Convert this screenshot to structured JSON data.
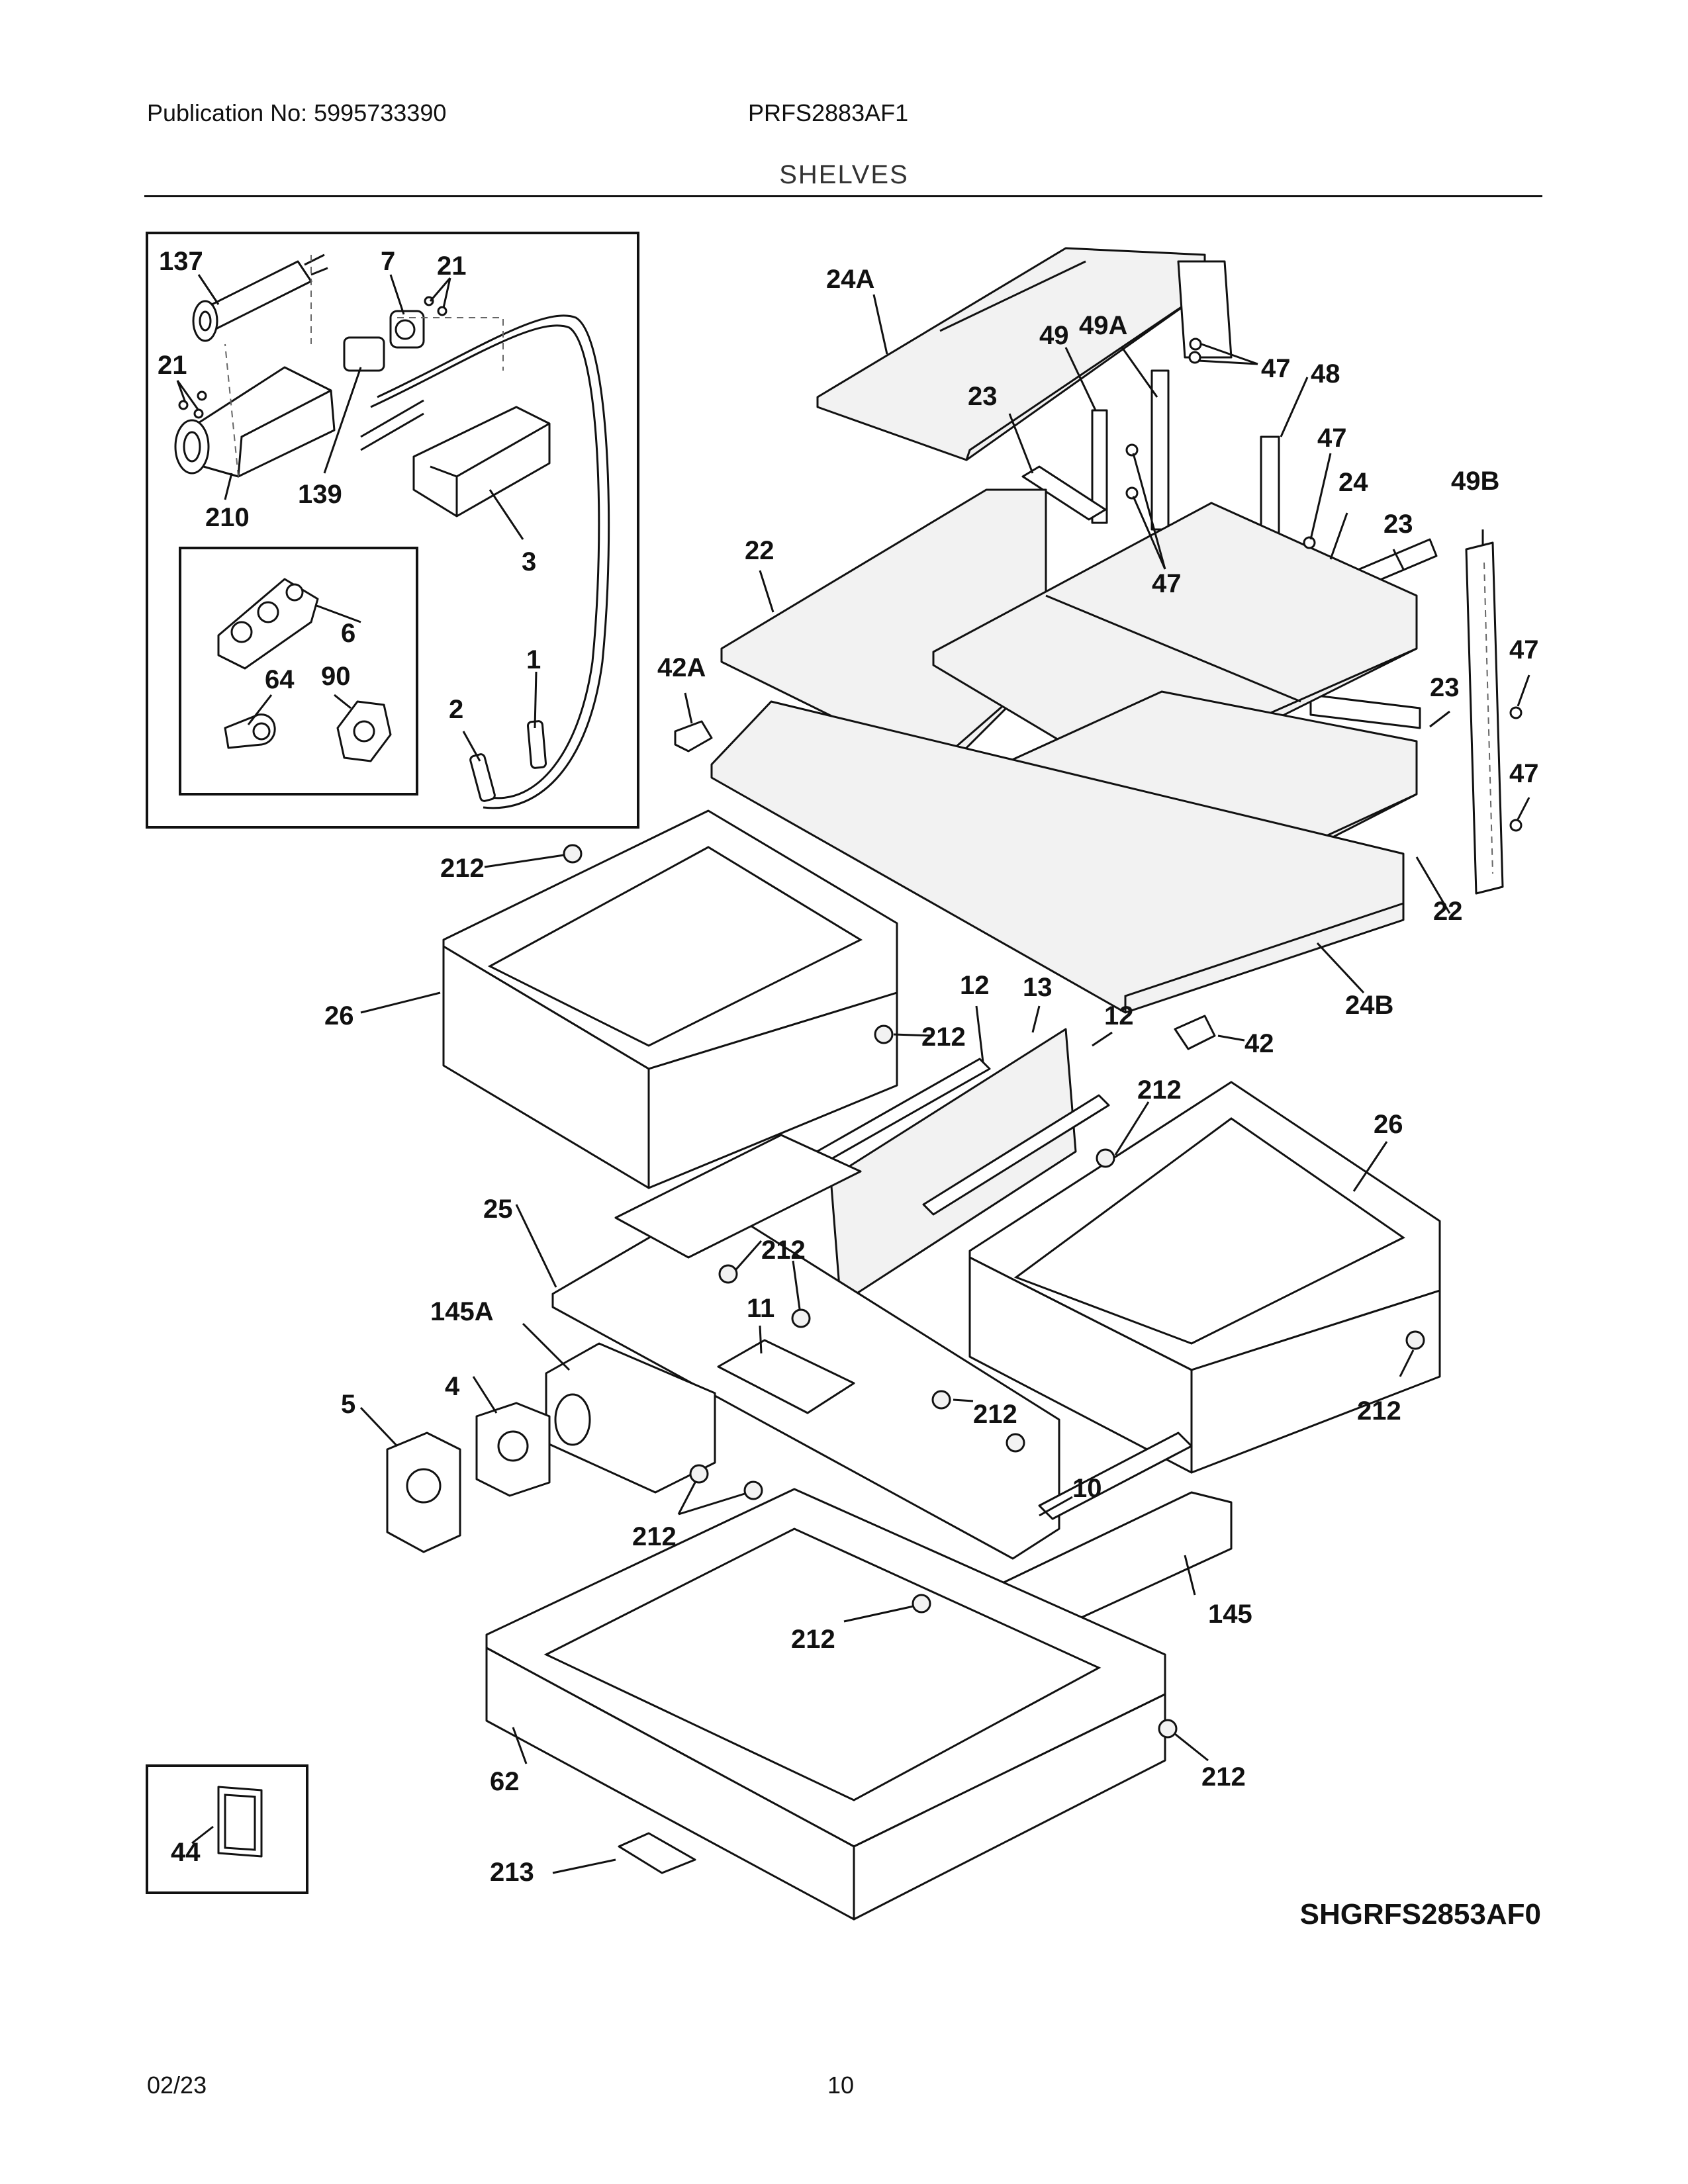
{
  "header": {
    "publication": "Publication No: 5995733390",
    "model": "PRFS2883AF1",
    "section": "SHELVES"
  },
  "diagram": {
    "drawing_code": "SHGRFS2853AF0",
    "callouts": [
      {
        "id": "c137",
        "label": "137"
      },
      {
        "id": "c7",
        "label": "7"
      },
      {
        "id": "c21a",
        "label": "21"
      },
      {
        "id": "c21b",
        "label": "21"
      },
      {
        "id": "c210",
        "label": "210"
      },
      {
        "id": "c139",
        "label": "139"
      },
      {
        "id": "c3",
        "label": "3"
      },
      {
        "id": "c6",
        "label": "6"
      },
      {
        "id": "c64",
        "label": "64"
      },
      {
        "id": "c90",
        "label": "90"
      },
      {
        "id": "c1",
        "label": "1"
      },
      {
        "id": "c2",
        "label": "2"
      },
      {
        "id": "c24A",
        "label": "24A"
      },
      {
        "id": "c49",
        "label": "49"
      },
      {
        "id": "c49A",
        "label": "49A"
      },
      {
        "id": "c47a",
        "label": "47"
      },
      {
        "id": "c48",
        "label": "48"
      },
      {
        "id": "c23a",
        "label": "23"
      },
      {
        "id": "c47b",
        "label": "47"
      },
      {
        "id": "c24",
        "label": "24"
      },
      {
        "id": "c49B",
        "label": "49B"
      },
      {
        "id": "c23b",
        "label": "23"
      },
      {
        "id": "c22a",
        "label": "22"
      },
      {
        "id": "c47c",
        "label": "47"
      },
      {
        "id": "c47d",
        "label": "47"
      },
      {
        "id": "c23c",
        "label": "23"
      },
      {
        "id": "c42A",
        "label": "42A"
      },
      {
        "id": "c47e",
        "label": "47"
      },
      {
        "id": "c22b",
        "label": "22"
      },
      {
        "id": "c212a",
        "label": "212"
      },
      {
        "id": "c24B",
        "label": "24B"
      },
      {
        "id": "c26a",
        "label": "26"
      },
      {
        "id": "c12a",
        "label": "12"
      },
      {
        "id": "c13",
        "label": "13"
      },
      {
        "id": "c212b",
        "label": "212"
      },
      {
        "id": "c12b",
        "label": "12"
      },
      {
        "id": "c42",
        "label": "42"
      },
      {
        "id": "c212c",
        "label": "212"
      },
      {
        "id": "c26b",
        "label": "26"
      },
      {
        "id": "c25",
        "label": "25"
      },
      {
        "id": "c212d",
        "label": "212"
      },
      {
        "id": "c145A",
        "label": "145A"
      },
      {
        "id": "c11",
        "label": "11"
      },
      {
        "id": "c4",
        "label": "4"
      },
      {
        "id": "c5",
        "label": "5"
      },
      {
        "id": "c212e",
        "label": "212"
      },
      {
        "id": "c212f",
        "label": "212"
      },
      {
        "id": "c10",
        "label": "10"
      },
      {
        "id": "c212g",
        "label": "212"
      },
      {
        "id": "c212h",
        "label": "212"
      },
      {
        "id": "c145",
        "label": "145"
      },
      {
        "id": "c212i",
        "label": "212"
      },
      {
        "id": "c62",
        "label": "62"
      },
      {
        "id": "c44",
        "label": "44"
      },
      {
        "id": "c213",
        "label": "213"
      }
    ]
  },
  "footer": {
    "date": "02/23",
    "page": "10"
  }
}
